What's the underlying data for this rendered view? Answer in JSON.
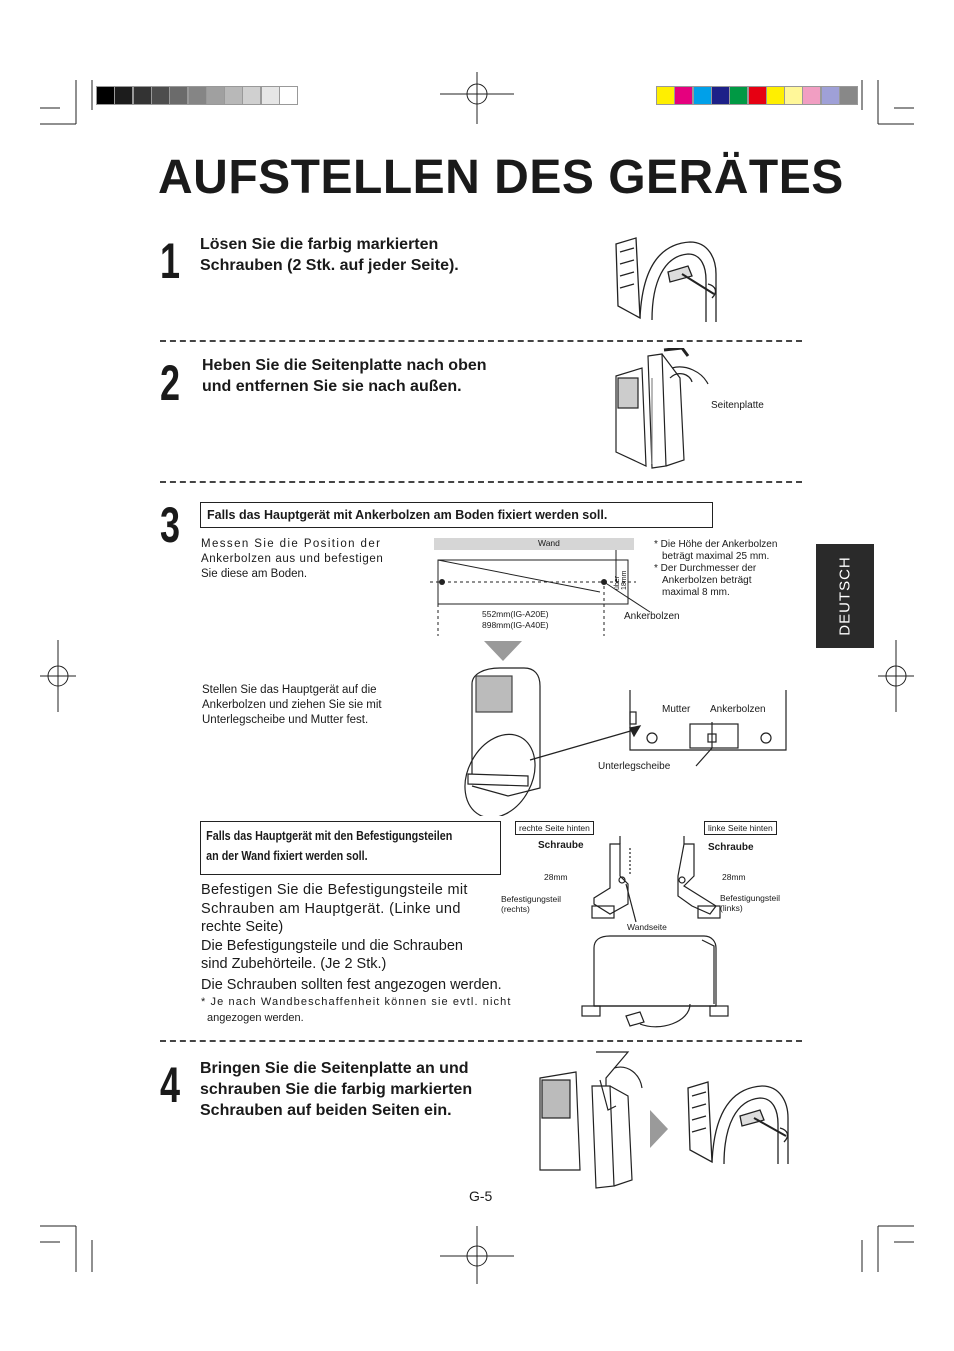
{
  "title": "AUFSTELLEN DES GERÄTES",
  "language_tab": "DEUTSCH",
  "page_number": "G-5",
  "steps": [
    {
      "num": "1",
      "text_lines": [
        "Lösen Sie die farbig markierten",
        "Schrauben (2 Stk. auf jeder Seite)."
      ]
    },
    {
      "num": "2",
      "text_lines": [
        "Heben Sie die Seitenplatte nach oben",
        "und entfernen Sie sie nach außen."
      ],
      "label": "Seitenplatte"
    },
    {
      "num": "3",
      "boxed": "Falls das Hauptgerät mit Ankerbolzen am Boden fixiert werden soll."
    },
    {
      "num": "4",
      "text_lines": [
        "Bringen Sie die Seitenplatte an und",
        "schrauben Sie die farbig markierten",
        "Schrauben auf beiden Seiten ein."
      ]
    }
  ],
  "floor": {
    "measure_lines": [
      "Messen Sie die Position der",
      "Ankerbolzen aus und befestigen",
      "Sie diese am Boden."
    ],
    "wall_label": "Wand",
    "distance_label": "über 18mm",
    "size_a": "552mm(IG-A20E)",
    "size_b": "898mm(IG-A40E)",
    "anchor_label": "Ankerbolzen",
    "notes": [
      "* Die Höhe der Ankerbolzen",
      "beträgt maximal 25 mm.",
      "* Der Durchmesser der",
      "Ankerbolzen beträgt",
      "maximal 8 mm."
    ],
    "place_lines": [
      "Stellen Sie das Hauptgerät auf die",
      "Ankerbolzen und ziehen Sie sie mit",
      "Unterlegscheibe und Mutter fest."
    ],
    "nut_label": "Mutter",
    "anchor_label2": "Ankerbolzen",
    "washer_label": "Unterlegscheibe"
  },
  "wall": {
    "box_lines": [
      "Falls das Hauptgerät mit den Befestigungsteilen",
      "an der Wand fixiert werden soll."
    ],
    "body_lines": [
      "Befestigen Sie die Befestigungsteile mit",
      "Schrauben am Hauptgerät. (Linke und",
      "rechte Seite)",
      "Die Befestigungsteile und die Schrauben",
      "sind Zubehörteile. (Je 2 Stk.)"
    ],
    "tight_line": "Die Schrauben sollten fest angezogen werden.",
    "note_lines": [
      "* Je nach Wandbeschaffenheit können sie evtl. nicht",
      "angezogen werden."
    ],
    "right_back": "rechte Seite hinten",
    "left_back": "linke Seite hinten",
    "screw_r": "Schraube",
    "screw_l": "Schraube",
    "dim_r": "28mm",
    "dim_l": "28mm",
    "bracket_r_lines": [
      "Befestigungsteil",
      "(rechts)"
    ],
    "bracket_l_lines": [
      "Befestigungsteil",
      "(links)"
    ],
    "wall_side": "Wandseite"
  },
  "colors": {
    "gray_bar": [
      "#000000",
      "#1c1c1c",
      "#333333",
      "#4d4d4d",
      "#6b6b6b",
      "#858585",
      "#a0a0a0",
      "#b8b8b8",
      "#d0d0d0",
      "#e6e6e6",
      "#ffffff"
    ],
    "color_bar": [
      "#ffef00",
      "#e5007e",
      "#00a0e9",
      "#1d2088",
      "#009944",
      "#e60012",
      "#ffef00",
      "#fff799",
      "#f19ec2",
      "#9fa0d7",
      "#888888"
    ]
  }
}
